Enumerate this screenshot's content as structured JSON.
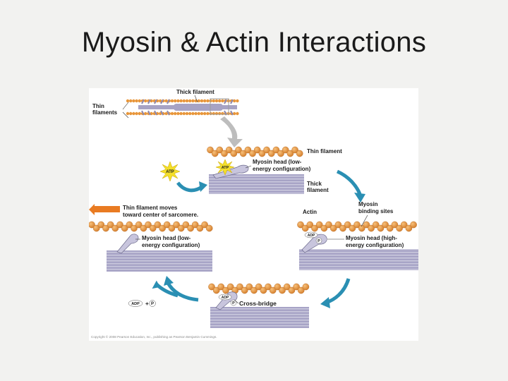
{
  "slide": {
    "title": "Myosin & Actin Interactions"
  },
  "diagram": {
    "top_panel": {
      "thick_filament": "Thick filament",
      "thin_filaments": [
        "Thin",
        "filaments"
      ]
    },
    "step1": {
      "thin_filament": "Thin filament",
      "myosin_head": [
        "Myosin head (low-",
        "energy configuration)"
      ],
      "thick_filament": [
        "Thick",
        "filament"
      ],
      "atp_label": "ATP"
    },
    "left_arrow_note": [
      "Thin filament moves",
      "toward center of sarcomere."
    ],
    "step2": {
      "actin": "Actin",
      "binding_sites": [
        "Myosin",
        "binding sites"
      ],
      "myosin_head": [
        "Myosin head (high-",
        "energy configuration)"
      ],
      "adp": "ADP",
      "pi": "P"
    },
    "step4": {
      "myosin_head": [
        "Myosin head (low-",
        "energy configuration)"
      ]
    },
    "step3": {
      "cross_bridge": "Cross-bridge",
      "adp": "ADP",
      "pi": "P"
    },
    "release": {
      "adp": "ADP",
      "plus": "+",
      "pi": "P"
    },
    "credit": "Copyright © 2008 Pearson Education, Inc., publishing as Pearson Benjamin Cummings.",
    "colors": {
      "actin_bead": "#e8963a",
      "actin_dark": "#b86a22",
      "thick_band": "#a9a6c6",
      "thick_line": "#ffffff",
      "myosin_head": "#c9c6de",
      "cycle_arrow": "#2a8fb3",
      "move_arrow": "#e97b22",
      "atp_burst": "#f3df2a",
      "top_arrow": "#bcbcbc"
    }
  }
}
